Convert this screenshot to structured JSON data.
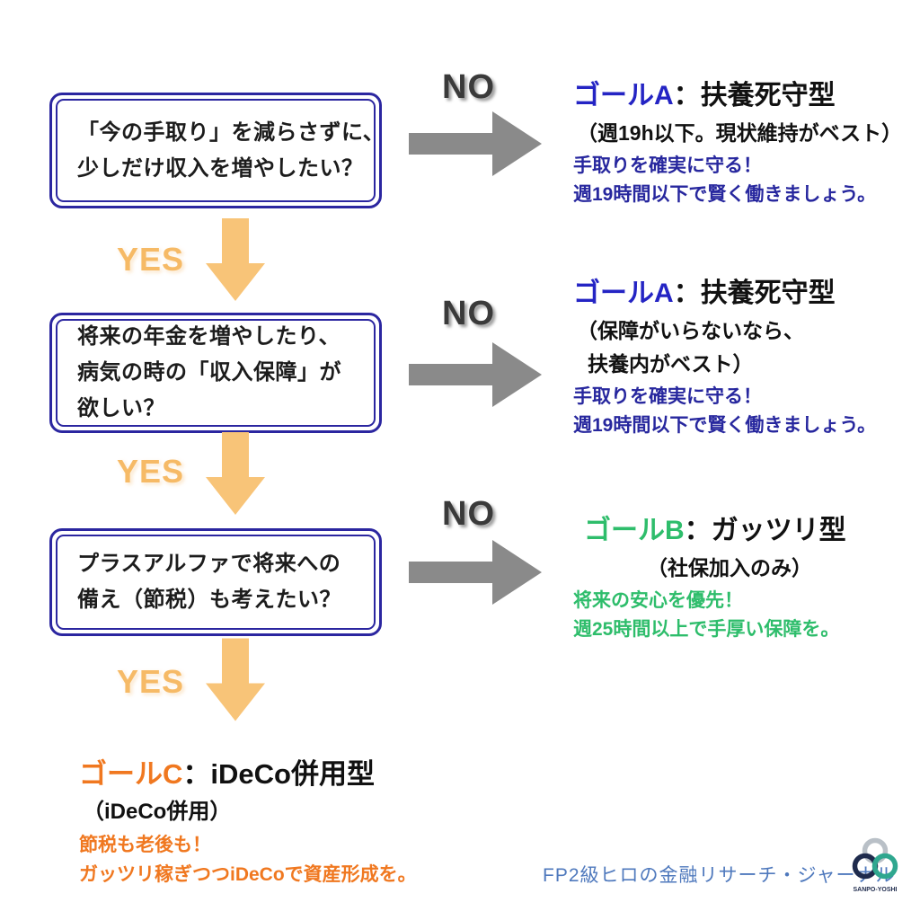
{
  "palette": {
    "frame_navy": "#2B26A0",
    "goal_a_blue": "#2424C4",
    "note_blue": "#27279E",
    "goal_b_green": "#2EBD6B",
    "goal_c_orange": "#F07820",
    "yes_orange": "#F6BA66",
    "arrow_orange": "#F8C478",
    "arrow_gray": "#8A8A8A",
    "no_gray": "#3A3A3A",
    "footer_blue": "#4F79BD"
  },
  "labels": {
    "yes": "YES",
    "no": "NO"
  },
  "questions": [
    {
      "lines": [
        "「今の手取り」を減らさずに、",
        "少しだけ収入を増やしたい？"
      ]
    },
    {
      "lines": [
        "将来の年金を増やしたり、",
        "病気の時の「収入保障」が",
        "欲しい？"
      ]
    },
    {
      "lines": [
        "プラスアルファで将来への",
        "備え（節税）も考えたい？"
      ]
    }
  ],
  "outcomes": [
    {
      "goal": "ゴールA",
      "rest": "：扶養死守型",
      "subtitle": [
        "（週19h以下。現状維持がベスト）"
      ],
      "notes": [
        "手取りを確実に守る！",
        "週19時間以下で賢く働きましょう。"
      ]
    },
    {
      "goal": "ゴールA",
      "rest": "：扶養死守型",
      "subtitle": [
        "（保障がいらないなら、",
        "扶養内がベスト）"
      ],
      "notes": [
        "手取りを確実に守る！",
        "週19時間以下で賢く働きましょう。"
      ]
    },
    {
      "goal": "ゴールB",
      "rest": "：ガッツリ型",
      "subtitle": [
        "（社保加入のみ）"
      ],
      "notes": [
        "将来の安心を優先！",
        "週25時間以上で手厚い保障を。"
      ]
    },
    {
      "goal": "ゴールC",
      "rest": "：iDeCo併用型",
      "subtitle": [
        "（iDeCo併用）"
      ],
      "notes": [
        "節税も老後も！",
        "ガッツリ稼ぎつつiDeCoで資産形成を。"
      ]
    }
  ],
  "footer": {
    "site_name": "FP2級ヒロの金融リサーチ・ジャーナル",
    "logo_caption": "SANPO-YOSHI"
  }
}
